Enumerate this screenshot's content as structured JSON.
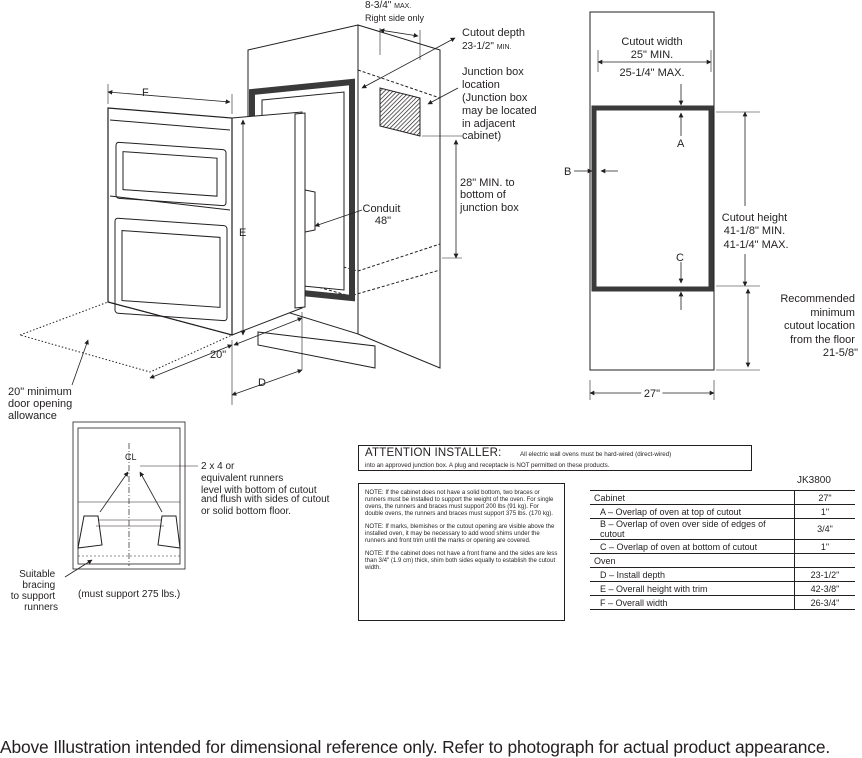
{
  "elevation": {
    "width_max_a": "8-3/4\"",
    "width_max_b": "MAX.",
    "right_side_only": "Right side only",
    "cutout_depth_a": "Cutout depth",
    "cutout_depth_b": "23-1/2\"",
    "cutout_depth_c": "MIN.",
    "junction_box": [
      "Junction box",
      "location",
      "(Junction box",
      "may be located",
      "in adjacent",
      "cabinet)"
    ],
    "conduit": [
      "Conduit",
      "48\""
    ],
    "min_bottom": [
      "28\" MIN. to",
      "bottom of",
      "junction box"
    ],
    "label_f": "F",
    "label_e": "E",
    "label_d": "D",
    "dim_20": "20\"",
    "door_allowance": [
      "20\" minimum",
      "door opening",
      "allowance"
    ]
  },
  "cutout": {
    "width_label": "Cutout width",
    "width_min": "25\" MIN.",
    "width_max": "25-1/4\" MAX.",
    "label_a": "A",
    "label_b": "B",
    "label_c": "C",
    "height_label": "Cutout height",
    "height_min": "41-1/8\" MIN.",
    "height_max": "41-1/4\" MAX.",
    "recommended": [
      "Recommended",
      "minimum",
      "cutout location",
      "from the floor",
      "21-5/8\""
    ],
    "width_27": "27\""
  },
  "runners": {
    "centerline": "CL",
    "runners_note": [
      "2 x 4 or",
      "equivalent runners",
      "level with bottom of cutout",
      "and flush with sides of cutout",
      "or solid bottom floor."
    ],
    "bracing": [
      "Suitable",
      "bracing",
      "to support",
      "runners"
    ],
    "must_support": "(must support 275 lbs.)"
  },
  "attention": {
    "title": "ATTENTION INSTALLER:",
    "line1": "All electric wall ovens must be hard-wired (direct-wired)",
    "line2": "into an approved junction box. A plug and receptacle is NOT permitted on these products."
  },
  "notes": [
    "NOTE: If the cabinet does not have a solid bottom, two braces or runners must be installed to support the weight of the oven. For single ovens, the runners and braces must support 200 lbs (91 kg). For double ovens, the runners and braces must support 375 lbs. (170 kg).",
    "NOTE: If marks, blemishes or the cutout opening are visible above the installed oven, it may be necessary to add wood shims under the runners and front trim until the marks or opening are covered.",
    "NOTE: If the cabinet does not have a front frame and the sides are less than 3/4\" (1.9 cm) thick, shim both sides equally to establish the cutout width."
  ],
  "spec_table": {
    "model": "JK3800",
    "rows": [
      {
        "label": "Cabinet",
        "value": "27\"",
        "indent": false
      },
      {
        "label": "A – Overlap of oven at top of cutout",
        "value": "1\"",
        "indent": true
      },
      {
        "label": "B – Overlap of oven over side of edges of cutout",
        "value": "3/4\"",
        "indent": true
      },
      {
        "label": "C – Overlap of oven at bottom of cutout",
        "value": "1\"",
        "indent": true
      },
      {
        "label": "Oven",
        "value": "",
        "indent": false
      },
      {
        "label": "D – Install depth",
        "value": "23-1/2\"",
        "indent": true
      },
      {
        "label": "E –  Overall height with trim",
        "value": "42-3/8\"",
        "indent": true
      },
      {
        "label": "F – Overall width",
        "value": "26-3/4\"",
        "indent": true
      }
    ]
  },
  "footer": "Above Illustration intended for dimensional reference only. Refer to photograph for actual product appearance."
}
